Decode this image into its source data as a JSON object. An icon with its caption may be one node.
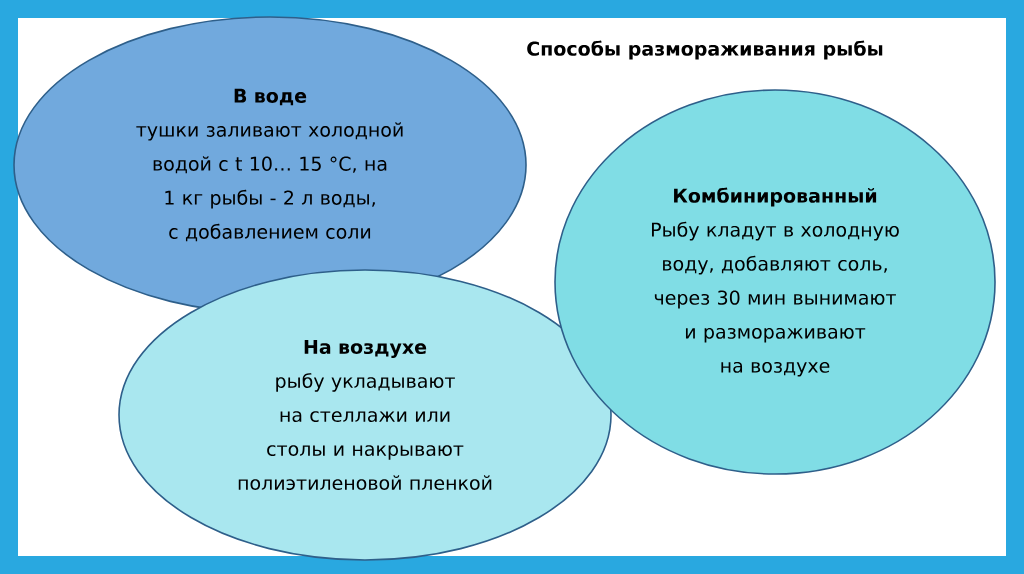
{
  "diagram": {
    "title": "Способы размораживания рыбы",
    "nodes": [
      {
        "text": [
          "В воде",
          "тушки заливают холодной водой с t 10… 15 °С, на 1 кг рыбы - 2 л воды, с добавлением соли"
        ]
      },
      {
        "text": [
          "На воздухе",
          "рыбу укладывают на стеллажи или столы и накрывают полиэтиленовой пленкой"
        ]
      },
      {
        "text": [
          "Комбинированный",
          "Рыбу кладут в холодную воду, добавляют соль, через 30 мин вынимают и размораживают на воздухе"
        ]
      }
    ]
  }
}
